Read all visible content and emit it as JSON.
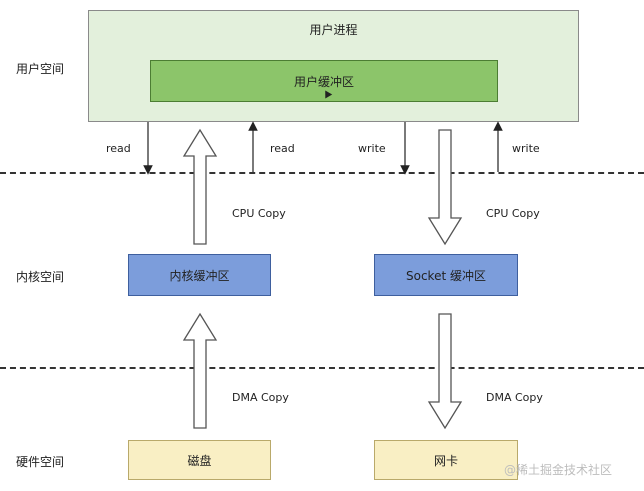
{
  "zones": {
    "user_space": "用户空间",
    "kernel_space": "内核空间",
    "hardware_space": "硬件空间"
  },
  "boxes": {
    "user_process": "用户进程",
    "user_buffer": "用户缓冲区",
    "kernel_buffer": "内核缓冲区",
    "socket_buffer": "Socket 缓冲区",
    "disk": "磁盘",
    "nic": "网卡"
  },
  "arrows": {
    "read_left": "read",
    "read_right": "read",
    "write_left": "write",
    "write_right": "write",
    "cpu_copy_left": "CPU  Copy",
    "cpu_copy_right": "CPU  Copy",
    "dma_copy_left": "DMA  Copy",
    "dma_copy_right": "DMA  Copy"
  },
  "watermark": "@稀土掘金技术社区",
  "colors": {
    "user_process_bg": "#e3f0dc",
    "user_buffer_bg": "#8cc56a",
    "kernel_buffer_bg": "#7c9ddb",
    "hardware_bg": "#f9efc4"
  }
}
